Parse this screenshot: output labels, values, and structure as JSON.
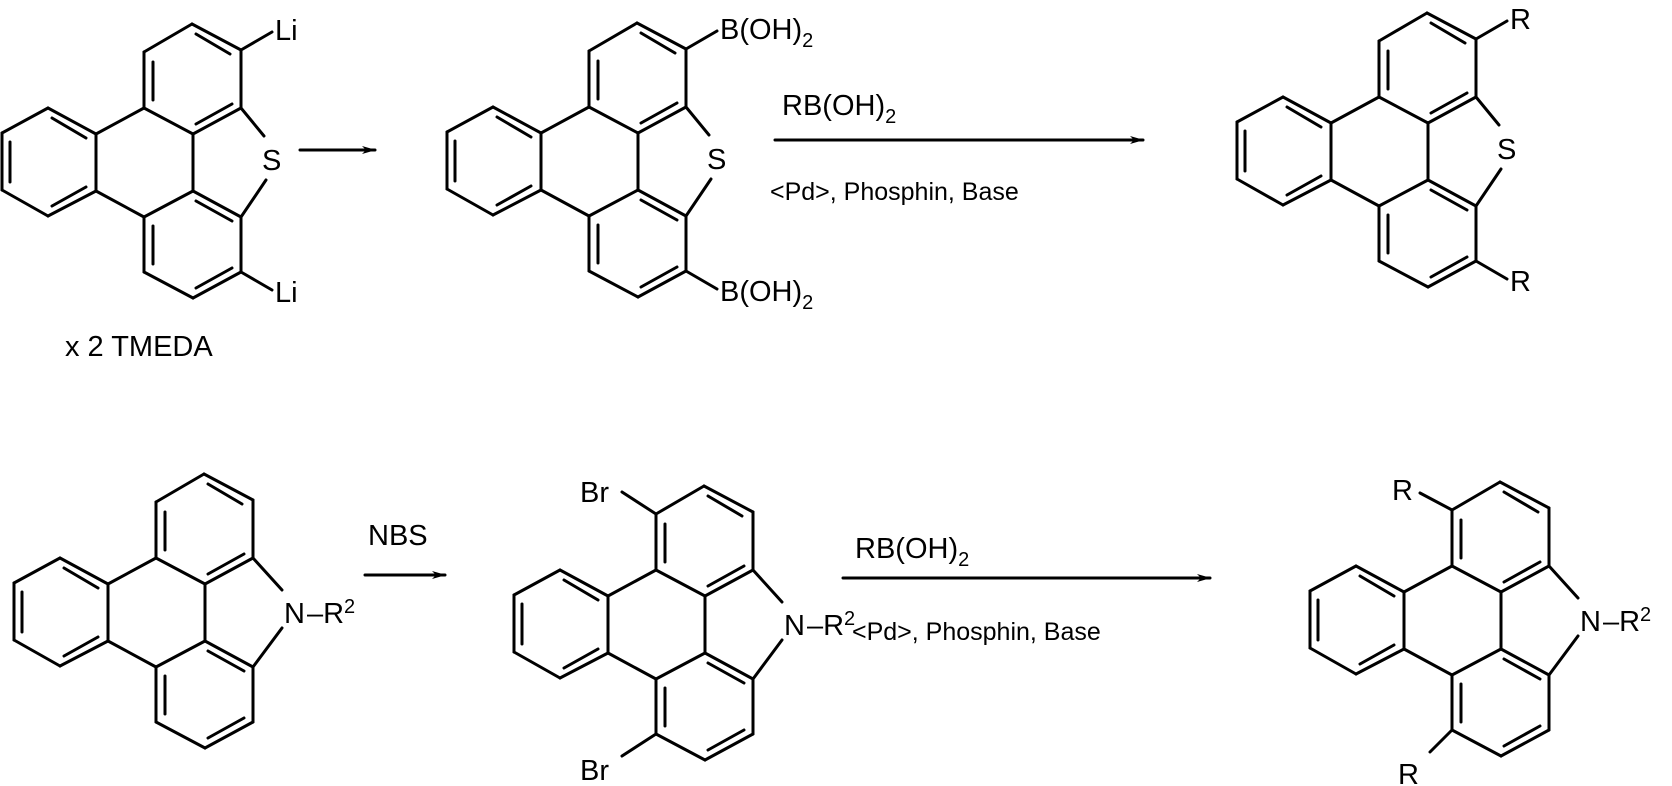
{
  "colors": {
    "ink": "#000000",
    "background": "#ffffff"
  },
  "scheme_top": {
    "reactant": {
      "heteroatom": "S",
      "substituent": "Li",
      "note": "x 2 TMEDA"
    },
    "intermediate": {
      "heteroatom": "S",
      "substituent_main": "B(OH)",
      "substituent_sub": "2"
    },
    "reagent": {
      "main": "RB(OH)",
      "sub": "2",
      "conditions": "<Pd>, Phosphin, Base"
    },
    "product": {
      "heteroatom": "S",
      "substituent": "R"
    }
  },
  "scheme_bottom": {
    "reactant": {
      "heteroatom": "N",
      "n_substituent": "R",
      "n_substituent_sup": "2"
    },
    "reagent1": "NBS",
    "intermediate": {
      "heteroatom": "N",
      "n_substituent": "R",
      "n_substituent_sup": "2",
      "substituent": "Br"
    },
    "reagent2": {
      "main": "RB(OH)",
      "sub": "2",
      "conditions": "<Pd>, Phosphin, Base"
    },
    "product": {
      "heteroatom": "N",
      "n_substituent": "R",
      "n_substituent_sup": "2",
      "substituent": "R"
    }
  }
}
